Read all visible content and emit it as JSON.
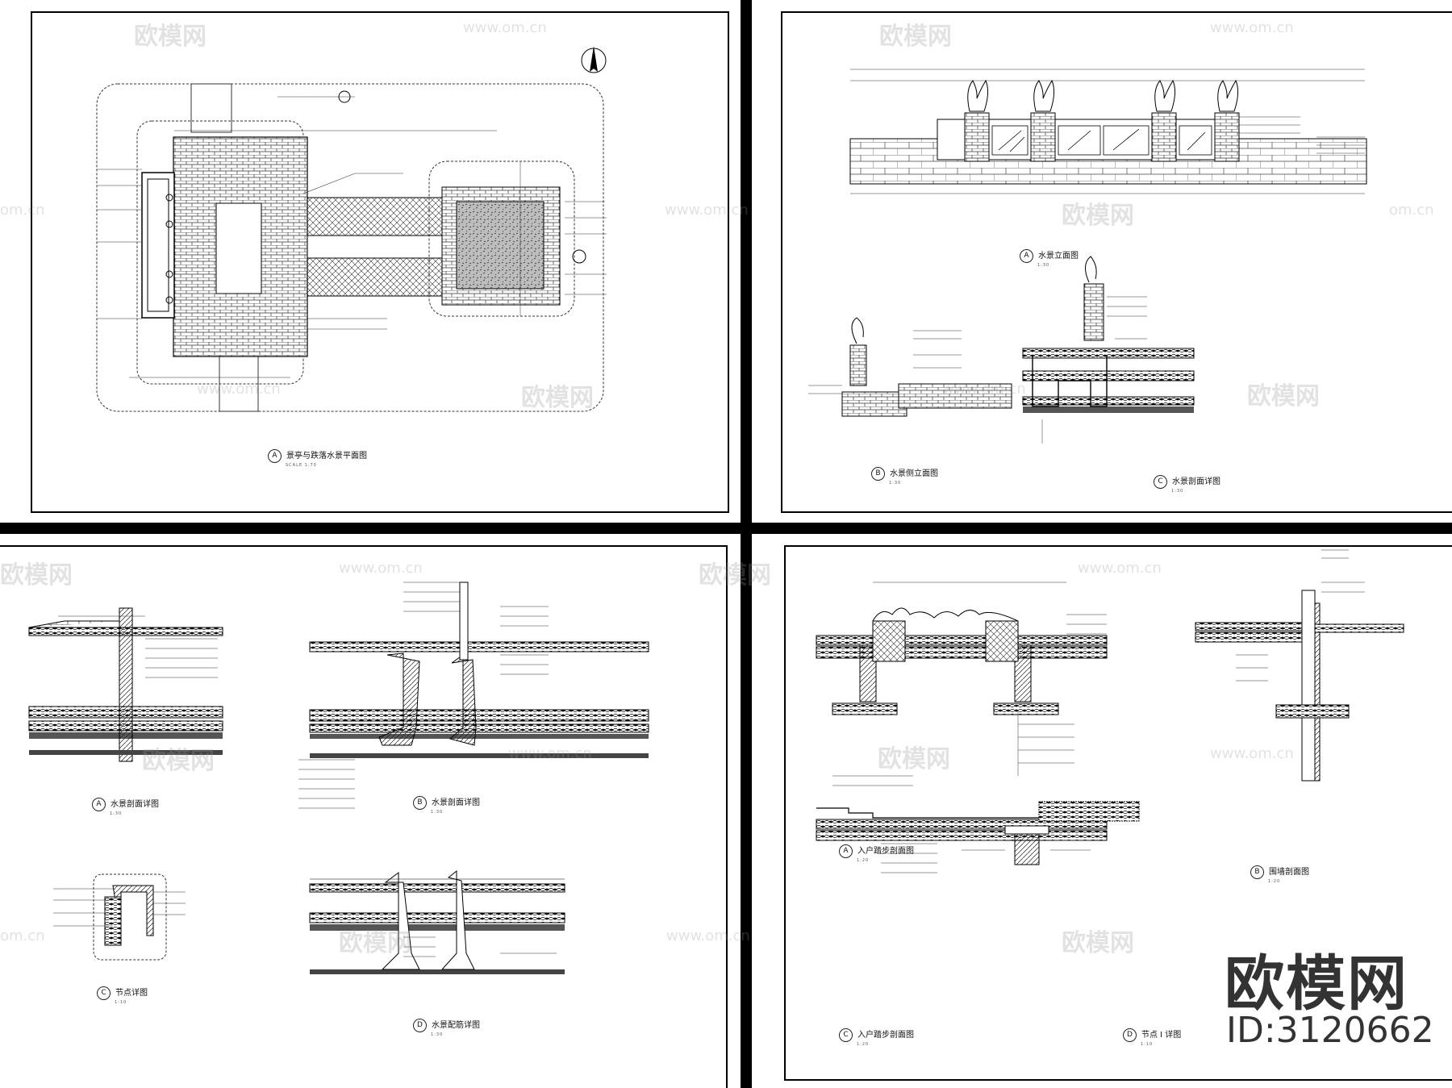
{
  "sheets": {
    "top_left": {
      "title": "景亭与跌落水景平面图",
      "mark": "A",
      "scale_word": "SCALE",
      "scale": "1:70"
    },
    "top_right": {
      "titles": [
        {
          "mark": "A",
          "text": "水景立面图",
          "scale": "1:30"
        },
        {
          "mark": "B",
          "text": "水景侧立面图",
          "scale": "1:30"
        },
        {
          "mark": "C",
          "text": "水景剖面详图",
          "scale": "1:30"
        }
      ]
    },
    "bottom_left": {
      "titles": [
        {
          "mark": "A",
          "text": "水景剖面详图",
          "scale": "1:30"
        },
        {
          "mark": "B",
          "text": "水景剖面详图",
          "scale": "1:30"
        },
        {
          "mark": "C",
          "text": "节点详图",
          "scale": "1:10"
        },
        {
          "mark": "D",
          "text": "水景配筋详图",
          "scale": "1:30"
        }
      ]
    },
    "bottom_right": {
      "titles": [
        {
          "mark": "A",
          "text": "入户踏步剖面图",
          "scale": "1:20"
        },
        {
          "mark": "B",
          "text": "围墙剖面图",
          "scale": "1:20"
        },
        {
          "mark": "C",
          "text": "入户踏步剖面图",
          "scale": "1:20"
        },
        {
          "mark": "D",
          "text": "节点 I 详图",
          "scale": "1:10"
        }
      ]
    }
  },
  "watermark": {
    "brand": "欧模网",
    "url": "www.om.cn",
    "url_partial": "om.cn"
  },
  "branding": {
    "logo_text": "欧模网",
    "id_text": "ID:3120662"
  }
}
